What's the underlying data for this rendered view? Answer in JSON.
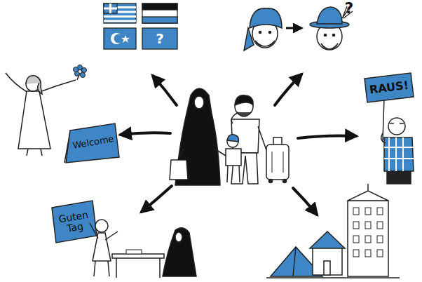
{
  "diagram": {
    "labels": [
      "?",
      "?",
      "Welcome",
      "RAUS!",
      "Guten Tag"
    ]
  }
}
